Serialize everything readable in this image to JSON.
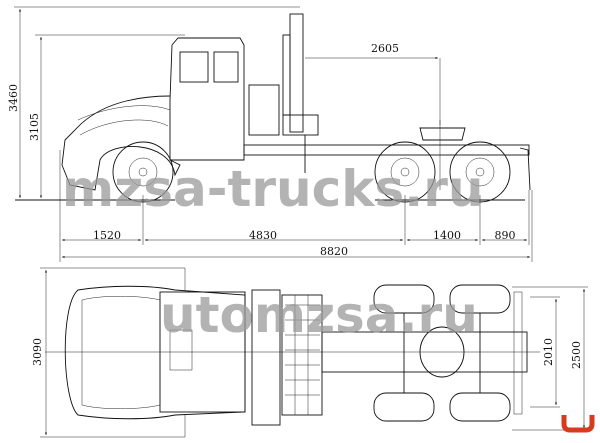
{
  "title": "Truck tractor with crane — general dimensions",
  "side_view": {
    "dimensions": {
      "overall_height": "3460",
      "cab_height": "3105",
      "crane_to_fifth_wheel": "2605",
      "front_overhang": "1520",
      "wheelbase": "4830",
      "rear_axle_spacing": "1400",
      "rear_overhang": "890",
      "overall_length": "8820"
    }
  },
  "top_view": {
    "dimensions": {
      "overall_width_mirrors": "3090",
      "track_width": "2010",
      "overall_width": "2500"
    }
  },
  "watermarks": [
    "mzsa-trucks.ru",
    "utomzsa.ru"
  ],
  "colors": {
    "line": "#111111",
    "watermark": "#9a9a9a",
    "badge": "#d63a1f"
  }
}
